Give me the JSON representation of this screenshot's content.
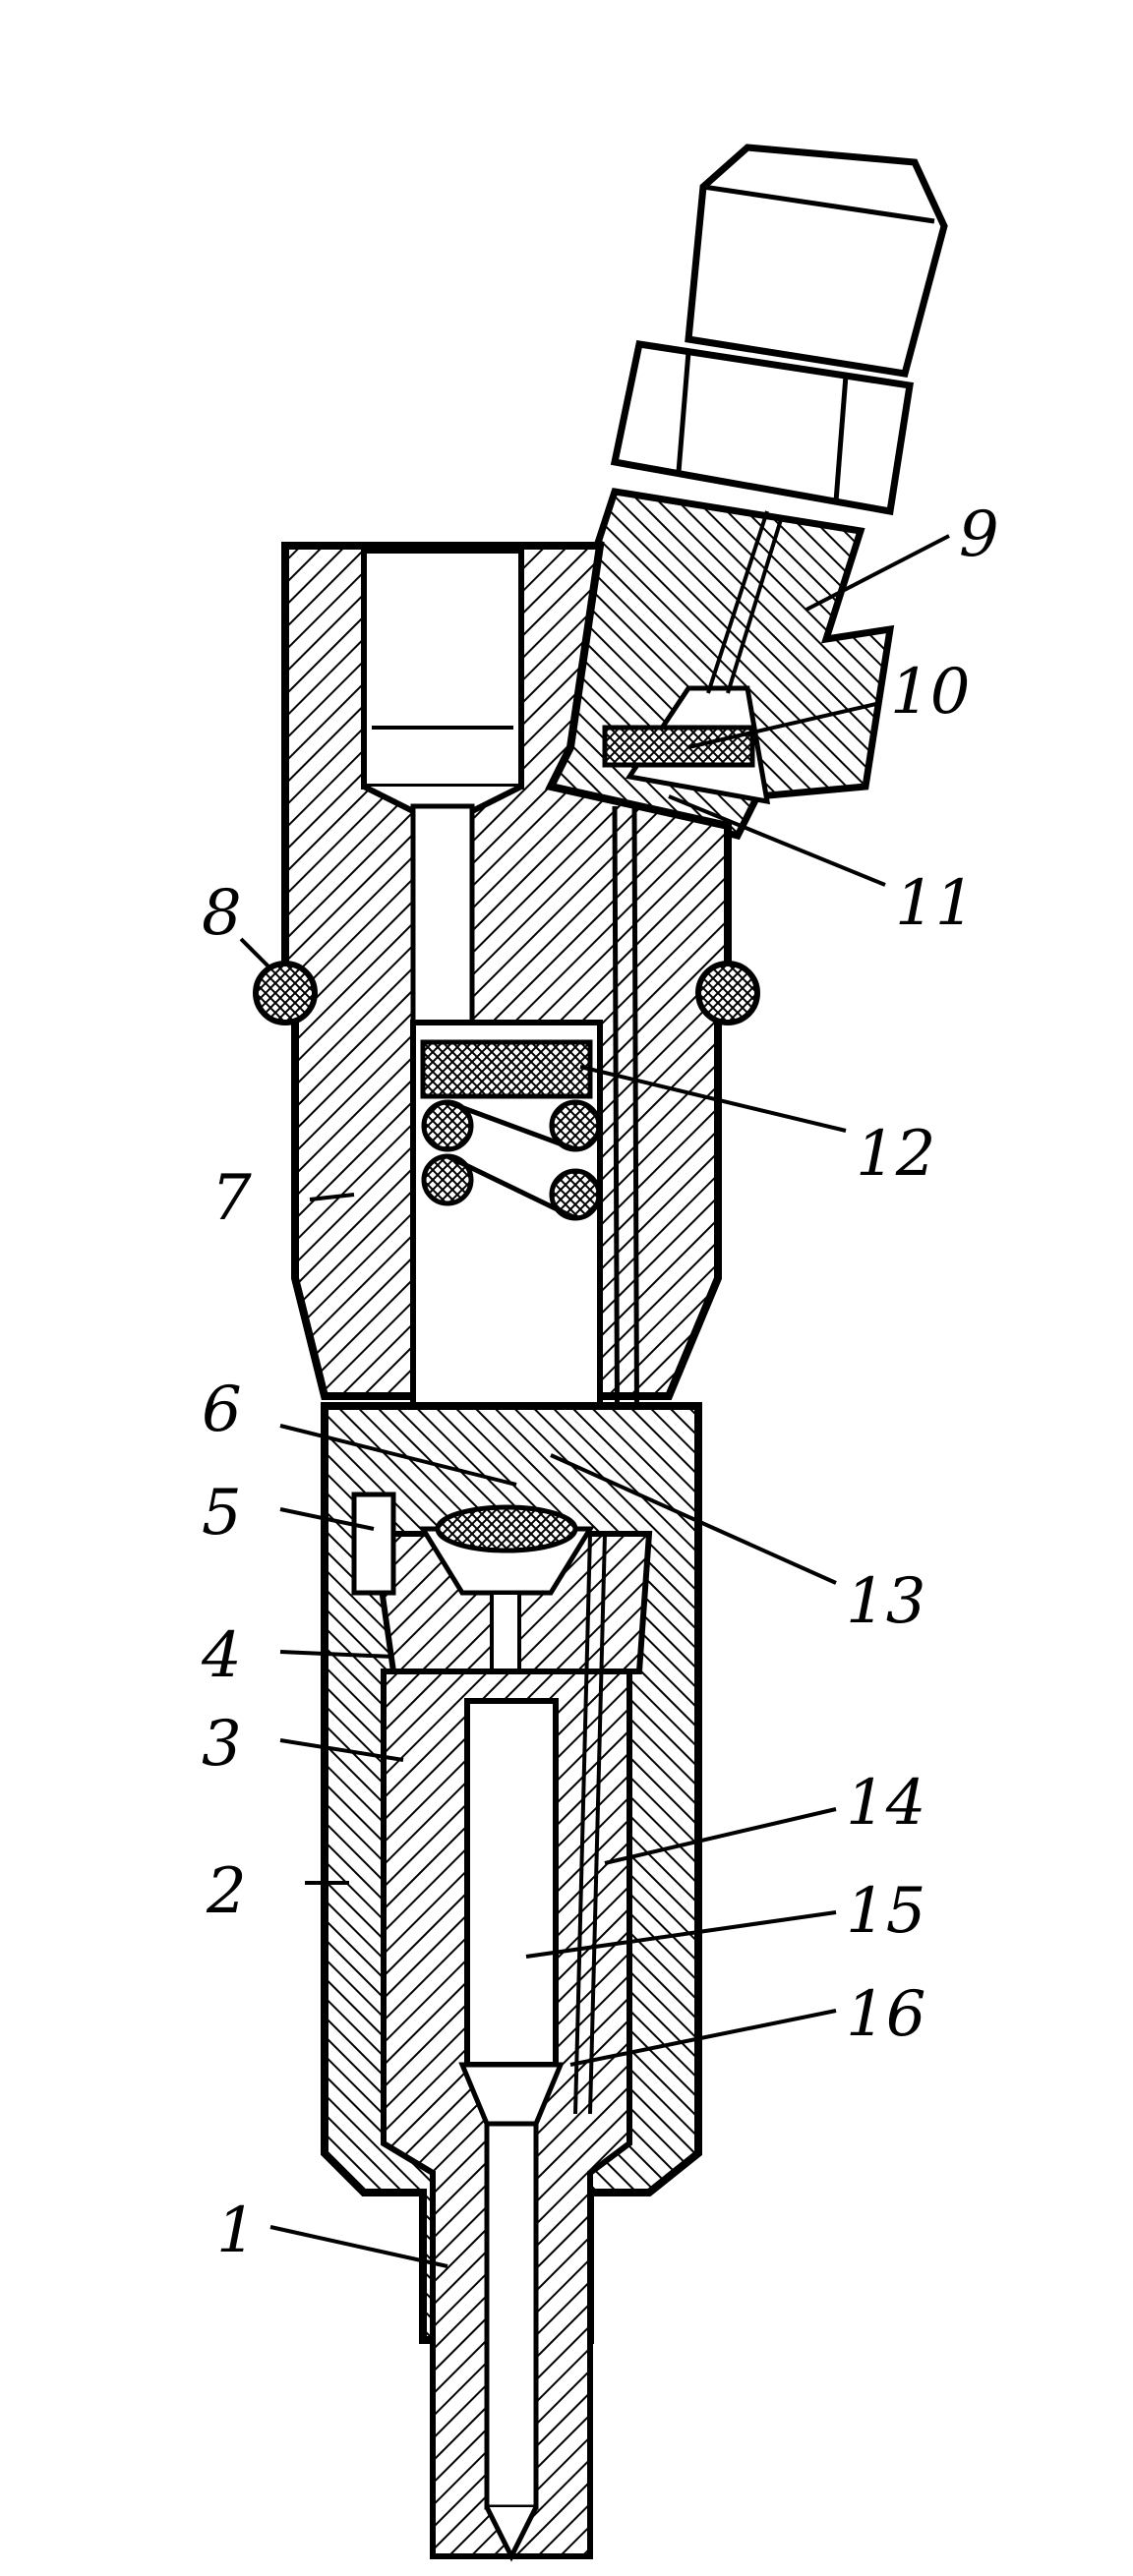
{
  "diagram": {
    "type": "cross-section drawing",
    "callouts": [
      {
        "id": "1",
        "label": "1"
      },
      {
        "id": "2",
        "label": "2"
      },
      {
        "id": "3",
        "label": "3"
      },
      {
        "id": "4",
        "label": "4"
      },
      {
        "id": "5",
        "label": "5"
      },
      {
        "id": "6",
        "label": "6"
      },
      {
        "id": "7",
        "label": "7"
      },
      {
        "id": "8",
        "label": "8"
      },
      {
        "id": "9",
        "label": "9"
      },
      {
        "id": "10",
        "label": "10"
      },
      {
        "id": "11",
        "label": "11"
      },
      {
        "id": "12",
        "label": "12"
      },
      {
        "id": "13",
        "label": "13"
      },
      {
        "id": "14",
        "label": "14"
      },
      {
        "id": "15",
        "label": "15"
      },
      {
        "id": "16",
        "label": "16"
      }
    ]
  },
  "colors": {
    "ink": "#000000",
    "paper": "#ffffff"
  }
}
